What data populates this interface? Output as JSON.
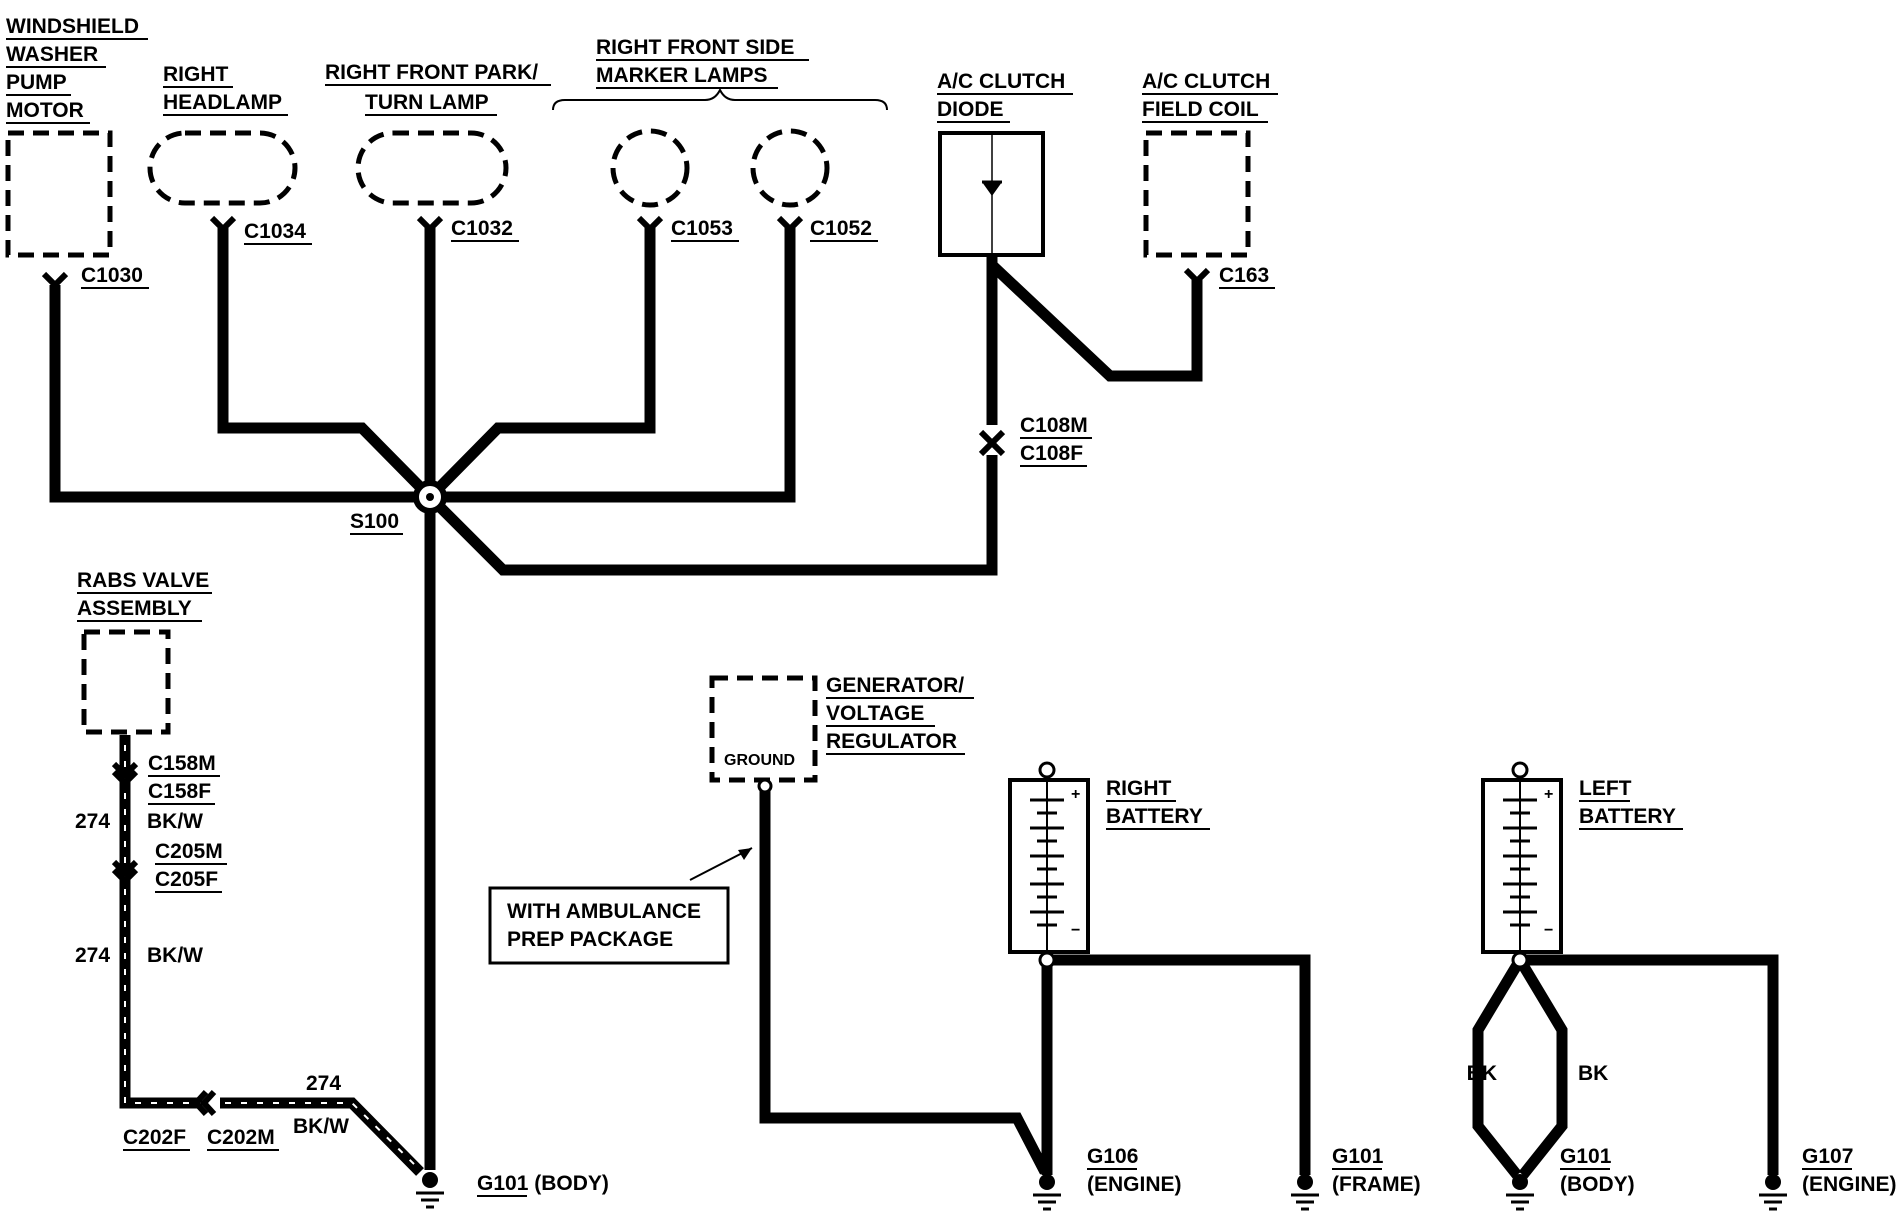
{
  "components": {
    "washer_pump": [
      "WINDSHIELD",
      "WASHER",
      "PUMP",
      "MOTOR"
    ],
    "right_headlamp": [
      "RIGHT",
      "HEADLAMP"
    ],
    "park_turn_lamp": [
      "RIGHT FRONT PARK/",
      "TURN LAMP"
    ],
    "side_marker": [
      "RIGHT FRONT SIDE",
      "MARKER LAMPS"
    ],
    "ac_diode": [
      "A/C CLUTCH",
      "DIODE"
    ],
    "ac_field_coil": [
      "A/C CLUTCH",
      "FIELD COIL"
    ],
    "rabs_valve": [
      "RABS VALVE",
      "ASSEMBLY"
    ],
    "generator": [
      "GENERATOR/",
      "VOLTAGE",
      "REGULATOR"
    ],
    "generator_inner": "GROUND",
    "right_battery": [
      "RIGHT",
      "BATTERY"
    ],
    "left_battery": [
      "LEFT",
      "BATTERY"
    ]
  },
  "connectors": {
    "c1030": "C1030",
    "c1034": "C1034",
    "c1032": "C1032",
    "c1053": "C1053",
    "c1052": "C1052",
    "c163": "C163",
    "c108m": "C108M",
    "c108f": "C108F",
    "c158m": "C158M",
    "c158f": "C158F",
    "c205m": "C205M",
    "c205f": "C205F",
    "c202f": "C202F",
    "c202m": "C202M"
  },
  "splice": "S100",
  "wires": {
    "circuit": "274",
    "color": "BK/W",
    "bk": "BK"
  },
  "note": [
    "WITH AMBULANCE",
    "PREP PACKAGE"
  ],
  "grounds": {
    "g101_body": "G101 (BODY)",
    "g106": [
      "G106",
      "(ENGINE)"
    ],
    "g101_frame": [
      "G101",
      "(FRAME)"
    ],
    "g101_body2": [
      "G101",
      "(BODY)"
    ],
    "g107": [
      "G107",
      "(ENGINE)"
    ]
  },
  "battery_marks": {
    "plus": "+",
    "minus": "−"
  }
}
